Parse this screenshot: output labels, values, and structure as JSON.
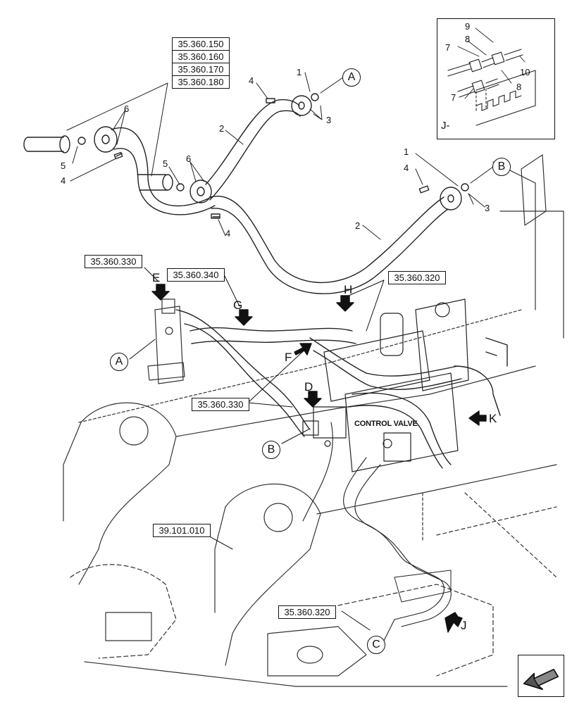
{
  "reference_boxes": {
    "stack_top": [
      "35.360.150",
      "35.360.160",
      "35.360.170",
      "35.360.180"
    ],
    "e_ref": "35.360.330",
    "g_ref": "35.360.340",
    "h_ref": "35.360.320",
    "f_ref": "35.360.330",
    "frame_ref": "39.101.010",
    "j_ref": "35.360.320"
  },
  "circle_labels": {
    "a_top": "A",
    "b_top": "B",
    "a_left": "A",
    "b_mid": "B",
    "c_bottom": "C"
  },
  "view_letters": {
    "e": "E",
    "g": "G",
    "h": "H",
    "f": "F",
    "d": "D",
    "k": "K",
    "j": "J"
  },
  "callouts": {
    "n1a": "1",
    "n4a": "4",
    "n3a": "3",
    "n2a": "2",
    "n6a": "6",
    "n5a": "5",
    "n4b": "4",
    "n5b": "5",
    "n6b": "6",
    "n4c": "4",
    "n1b": "1",
    "n4d": "4",
    "n3b": "3",
    "n2b": "2"
  },
  "detail_j": {
    "label": "J-",
    "n9": "9",
    "n8a": "8",
    "n7a": "7",
    "n10": "10",
    "n8b": "8",
    "n7b": "7"
  },
  "component_label": "CONTROL VALVE",
  "nav_icon": "arrow-left-icon",
  "colors": {
    "line": "#111111",
    "part_fill": "#ffffff",
    "frame_line": "#333333"
  }
}
